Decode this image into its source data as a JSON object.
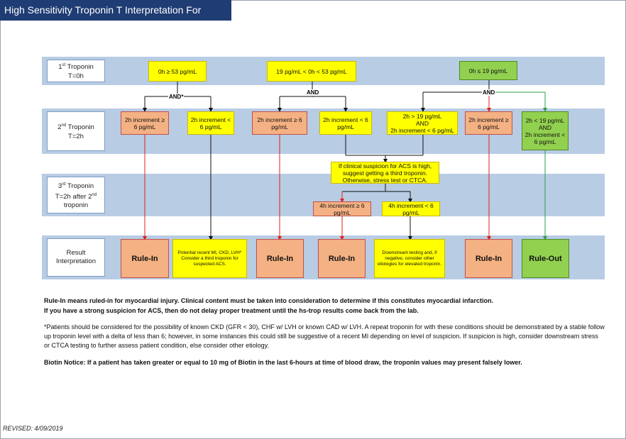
{
  "title": "High Sensitivity Troponin T Interpretation For Inpatients",
  "rows": {
    "first": {
      "line1_pre": "1",
      "line1_sup": "st",
      "line1_post": " Troponin",
      "line2": "T=0h"
    },
    "second": {
      "line1_pre": "2",
      "line1_sup": "nd",
      "line1_post": " Troponin",
      "line2": "T=2h"
    },
    "third": {
      "line1_pre": "3",
      "line1_sup": "rd",
      "line1_post": " Troponin",
      "line2_pre": "T=2h after 2",
      "line2_sup": "nd",
      "line3": "troponin"
    },
    "result": {
      "line1": "Result",
      "line2": "Interpretation"
    }
  },
  "first_boxes": {
    "high": "0h ≥  53 pg/mL",
    "mid": "19 pg/mL < 0h < 53 pg/mL",
    "low": "0h ≤ 19 pg/mL"
  },
  "and_labels": {
    "a": "AND*",
    "b": "AND",
    "c": "AND"
  },
  "second_boxes": {
    "b1": "2h increment ≥ 6 pg/mL",
    "b2": "2h increment < 6 pg/mL",
    "b3": "2h increment ≥ 6 pg/mL",
    "b4": "2h increment < 6 pg/mL",
    "b5_l1": "2h > 19 pg/mL",
    "b5_l2": "AND",
    "b5_l3": "2h increment  < 6 pg/mL",
    "b6": "2h increment ≥ 6 pg/mL",
    "b7_l1": "2h <  19 pg/mL",
    "b7_l2": "AND",
    "b7_l3": "2h increment < 6 pg/mL"
  },
  "suspicion_box": "If clinical suspicion for ACS is high, suggest getting a third troponin. Otherwise, stress test or CTCA.",
  "third_boxes": {
    "t1": "4h increment ≥ 6 pg/mL",
    "t2": "4h increment < 6 pg/mL"
  },
  "results": {
    "r1": "Rule-In",
    "r2": "Potential recent MI, CKD, LVH* Consider a third troponin for suspected ACS.",
    "r3": "Rule-In",
    "r4": "Rule-In",
    "r5": "Downstream testing and, if negative, consider other etiologies for elevated troponin.",
    "r6": "Rule-In",
    "r7": "Rule-Out"
  },
  "notes": {
    "rule_in_1": "Rule-In means ruled-in for myocardial injury.  Clinical content must be taken into consideration to determine if this constitutes myocardial infarction.",
    "rule_in_2": "If you have a strong suspicion for ACS, then do not delay proper treatment until the hs-trop results come back from the lab.",
    "asterisk": "*Patients should be considered for the possibility of known CKD (GFR < 30), CHF w/ LVH or known CAD w/ LVH.  A repeat troponin for with these conditions should be demonstrated by a stable follow up troponin level with a delta of less than 6; however, in some instances this could still be suggestive of a recent MI depending on level of suspicion.  If suspicion is high, consider downstream stress or CTCA testing to further assess patient condition, else consider other etiology.",
    "biotin": "Biotin Notice:  If a patient has taken greater or equal to 10 mg of Biotin in the last 6-hours at time of blood draw, the troponin values may present falsely lower."
  },
  "revised": "REVISED: 4/09/2019",
  "colors": {
    "title_bg": "#1f3c74",
    "band": "#b8cce4",
    "yellow": "#ffff00",
    "orange": "#f4b183",
    "green": "#92d050",
    "red_arrow": "#e0201c",
    "green_arrow": "#2e9e4a"
  }
}
